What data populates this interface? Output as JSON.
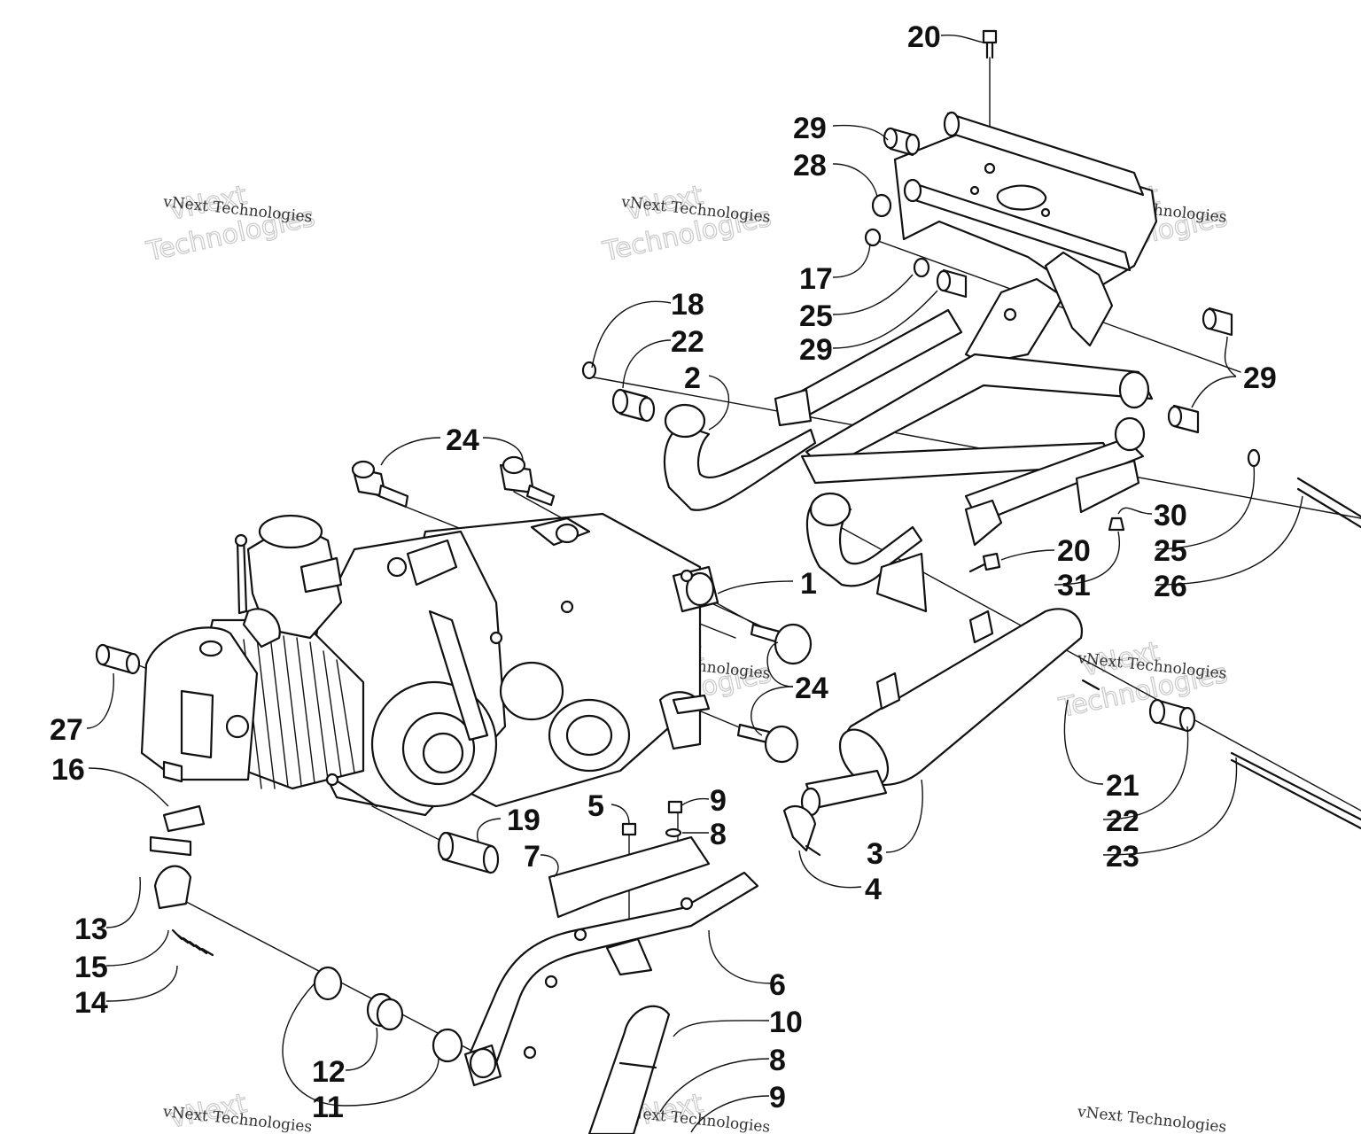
{
  "watermark": {
    "line1": "vNext Technologies",
    "big1": "vNext",
    "big2": "Technologies"
  },
  "labels": [
    "20",
    "29",
    "28",
    "17",
    "25",
    "29",
    "18",
    "22",
    "2",
    "29",
    "24",
    "1",
    "30",
    "20",
    "31",
    "25",
    "26",
    "24",
    "27",
    "16",
    "19",
    "5",
    "9",
    "8",
    "7",
    "3",
    "4",
    "21",
    "22",
    "23",
    "13",
    "15",
    "14",
    "12",
    "11",
    "6",
    "10",
    "8",
    "9"
  ]
}
